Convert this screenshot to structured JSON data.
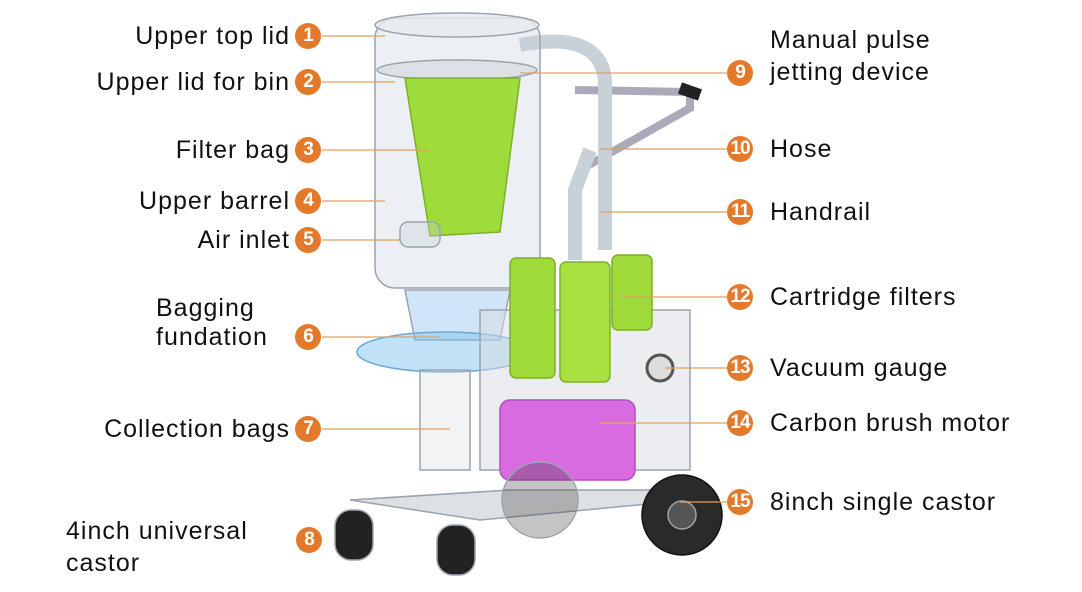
{
  "colors": {
    "badge": "#e2792b",
    "leader": "#e0a060",
    "filter": "#9fdb3a",
    "motor": "#d86be0"
  },
  "callouts": [
    {
      "n": "1",
      "label": "Upper top lid"
    },
    {
      "n": "2",
      "label": "Upper lid for bin"
    },
    {
      "n": "3",
      "label": "Filter bag"
    },
    {
      "n": "4",
      "label": "Upper barrel"
    },
    {
      "n": "5",
      "label": "Air inlet"
    },
    {
      "n": "6",
      "label_lines": [
        "Bagging",
        "fundation"
      ]
    },
    {
      "n": "7",
      "label": "Collection bags"
    },
    {
      "n": "8",
      "label_lines": [
        "4inch universal",
        "castor"
      ]
    },
    {
      "n": "9",
      "label_lines": [
        "Manual pulse",
        "jetting device"
      ]
    },
    {
      "n": "10",
      "label": "Hose"
    },
    {
      "n": "11",
      "label": "Handrail"
    },
    {
      "n": "12",
      "label": "Cartridge filters"
    },
    {
      "n": "13",
      "label": "Vacuum gauge"
    },
    {
      "n": "14",
      "label": "Carbon brush motor"
    },
    {
      "n": "15",
      "label": "8inch single castor"
    }
  ]
}
